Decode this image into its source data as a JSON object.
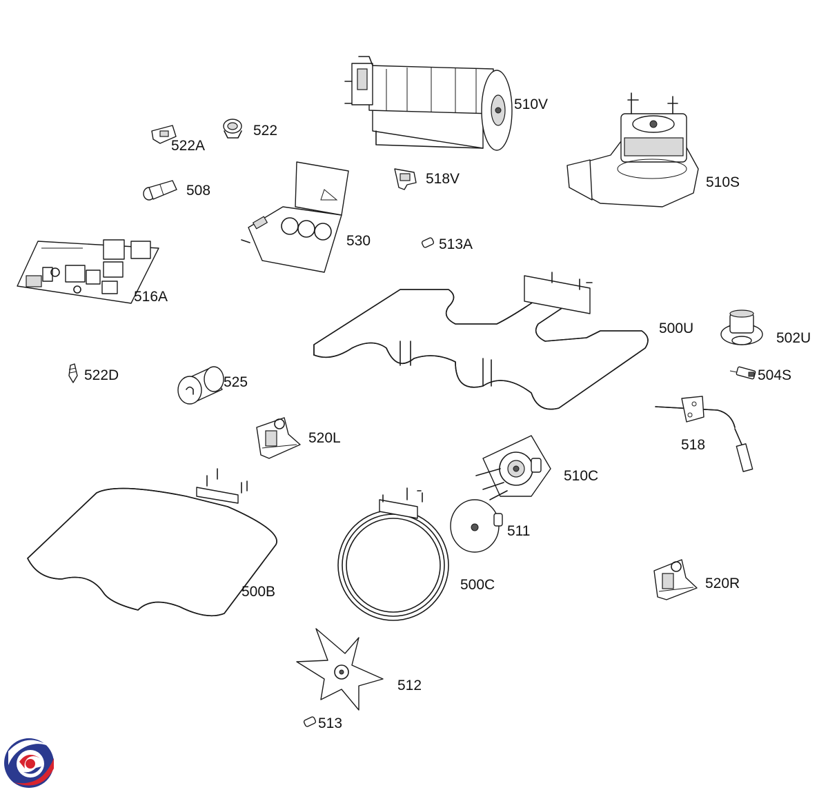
{
  "labels": {
    "l510V": "510V",
    "l522": "522",
    "l522A": "522A",
    "l518V": "518V",
    "l510S": "510S",
    "l508": "508",
    "l530": "530",
    "l513A": "513A",
    "l516A": "516A",
    "l500U": "500U",
    "l502U": "502U",
    "l504S": "504S",
    "l522D": "522D",
    "l525": "525",
    "l518": "518",
    "l520L": "520L",
    "l510C": "510C",
    "l511": "511",
    "l500B": "500B",
    "l500C": "500C",
    "l520R": "520R",
    "l512": "512",
    "l513": "513"
  },
  "colors": {
    "logo_blue": "#2b3a8f",
    "logo_red": "#d8242f",
    "line": "#1a1a1a"
  },
  "icons": {
    "logo": "brand-swirl-logo"
  }
}
